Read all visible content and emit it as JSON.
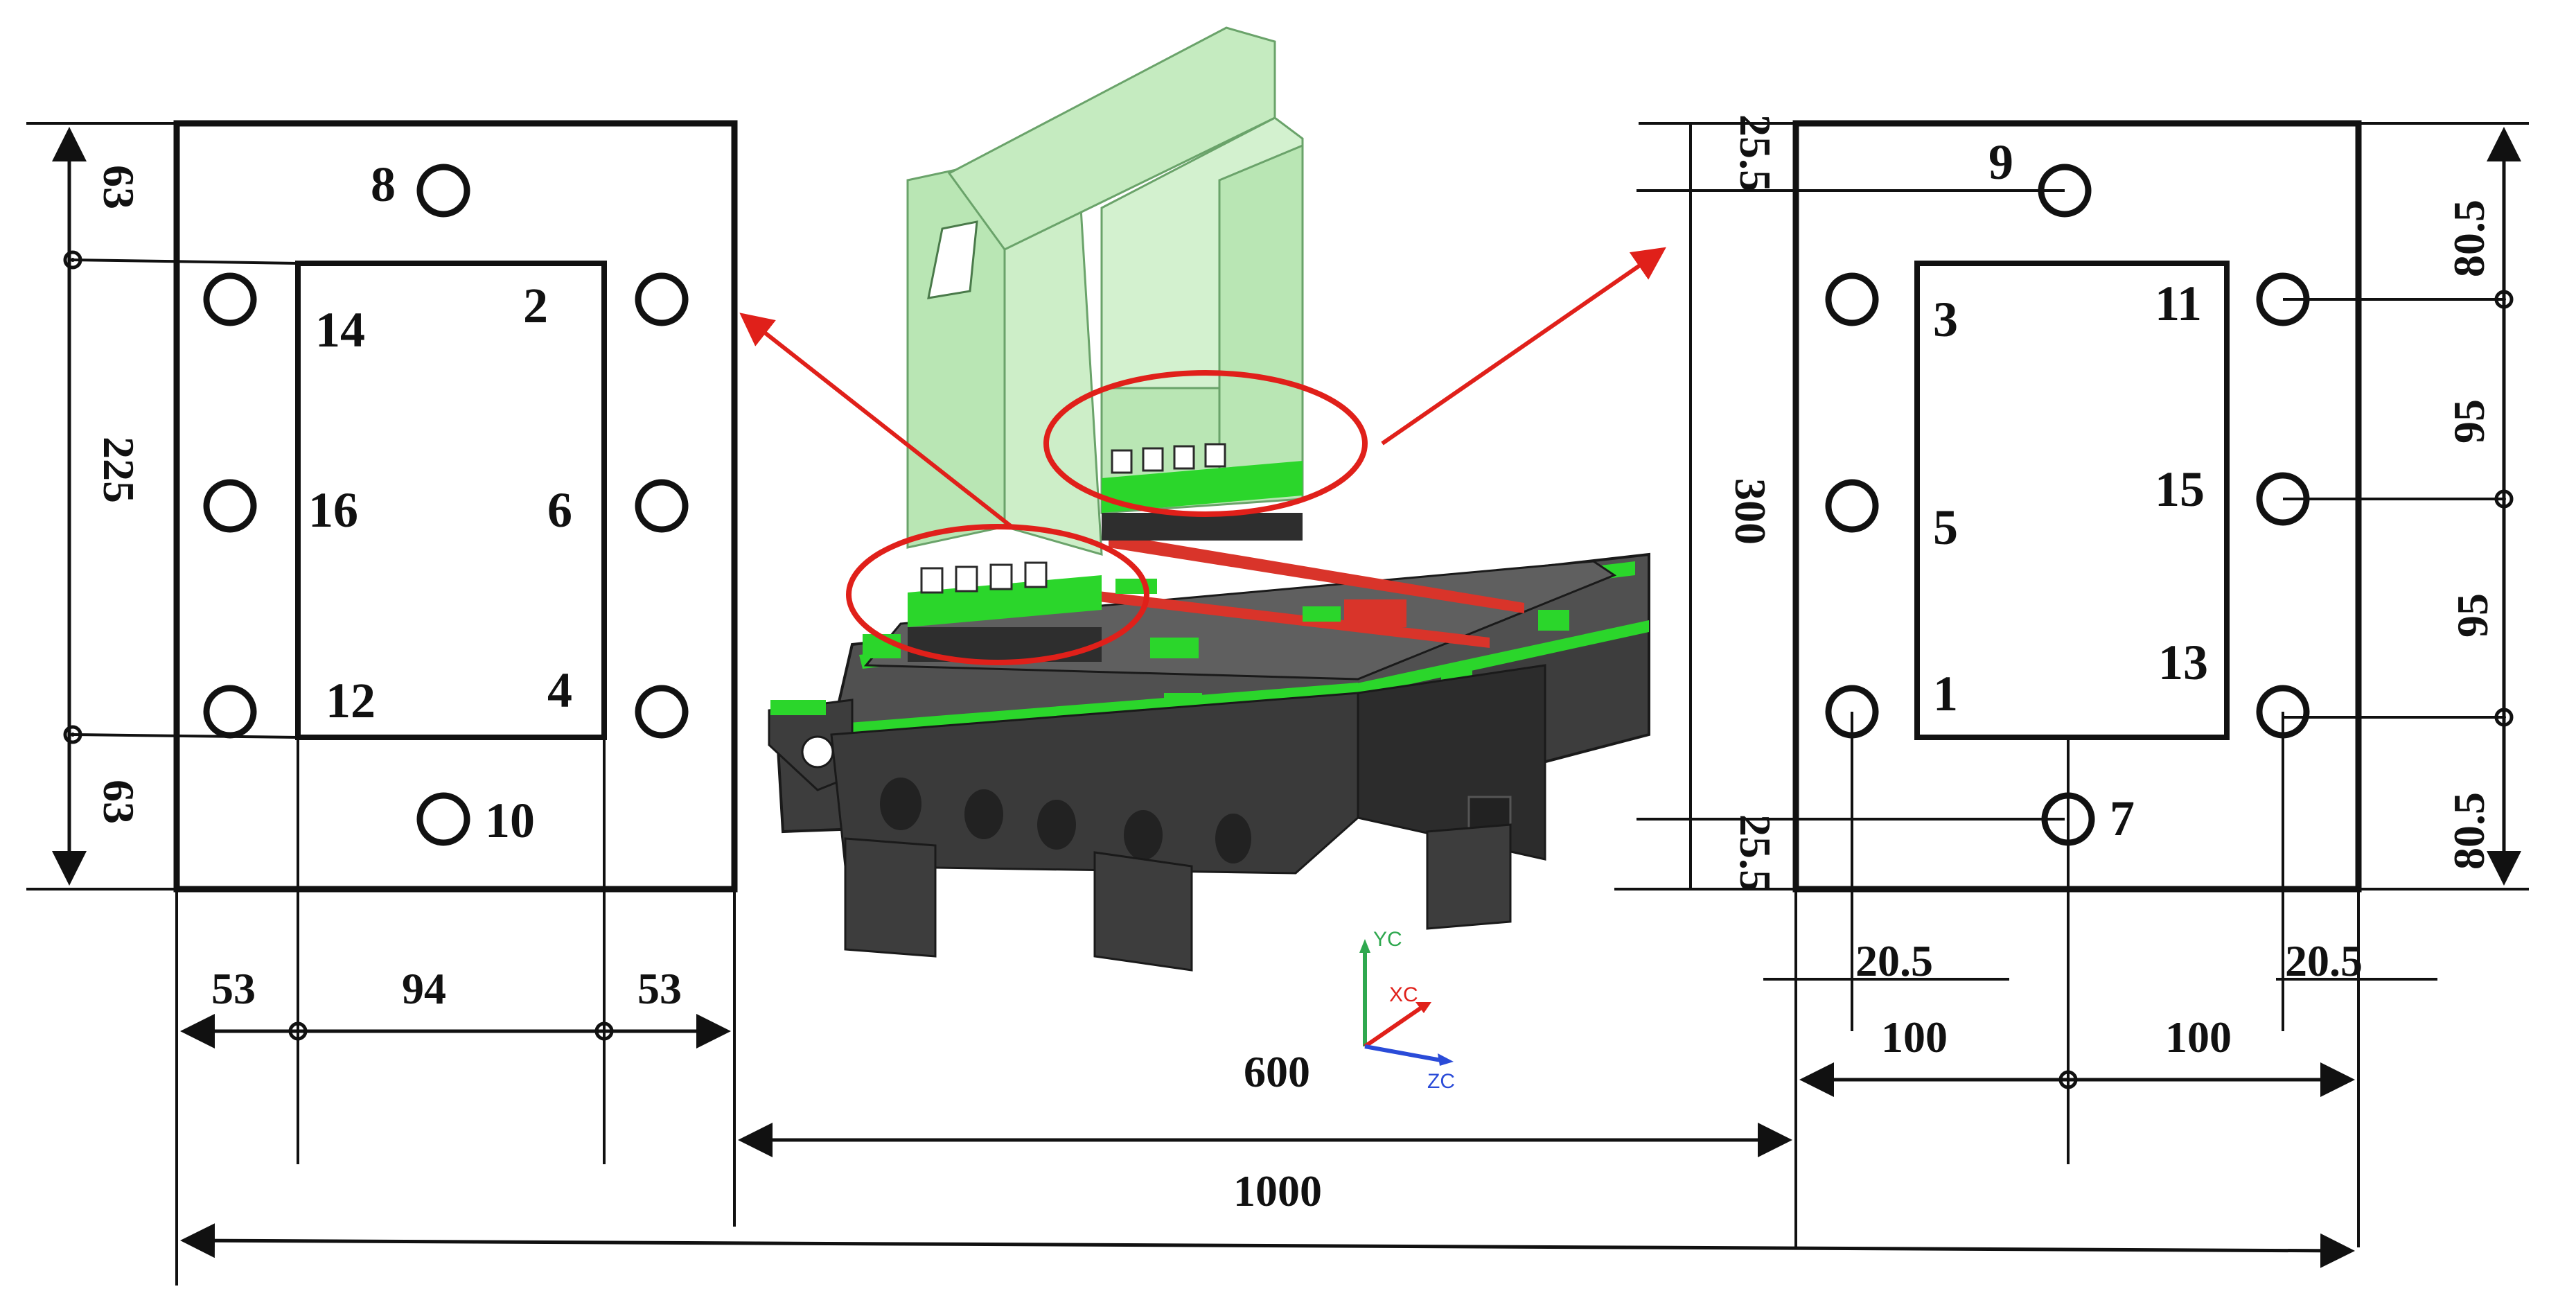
{
  "colors": {
    "line": "#111111",
    "callout": "#e0201a",
    "green_body": "#b9e6b4",
    "green_accent": "#2bd62b",
    "base_dark": "#3d3d3d",
    "red_rail": "#d9342a"
  },
  "left_plate": {
    "holes": [
      "8",
      "14",
      "2",
      "16",
      "6",
      "12",
      "4",
      "10"
    ],
    "dims": {
      "top": "63",
      "middle": "225",
      "bottom": "63",
      "left": "53",
      "center": "94",
      "right": "53"
    }
  },
  "right_plate": {
    "holes": [
      "9",
      "3",
      "11",
      "5",
      "15",
      "1",
      "13",
      "7"
    ],
    "dims": {
      "top_edge": "25.5",
      "bottom_edge": "25.5",
      "height": "300",
      "r1": "80.5",
      "r2": "95",
      "r3": "95",
      "r4": "80.5",
      "left_off": "20.5",
      "right_off": "20.5",
      "left_w": "100",
      "right_w": "100"
    }
  },
  "overall": {
    "span_between": "600",
    "total": "1000"
  },
  "model": {
    "axis_labels": {
      "y": "YC",
      "x": "XC",
      "z": "ZC"
    }
  }
}
